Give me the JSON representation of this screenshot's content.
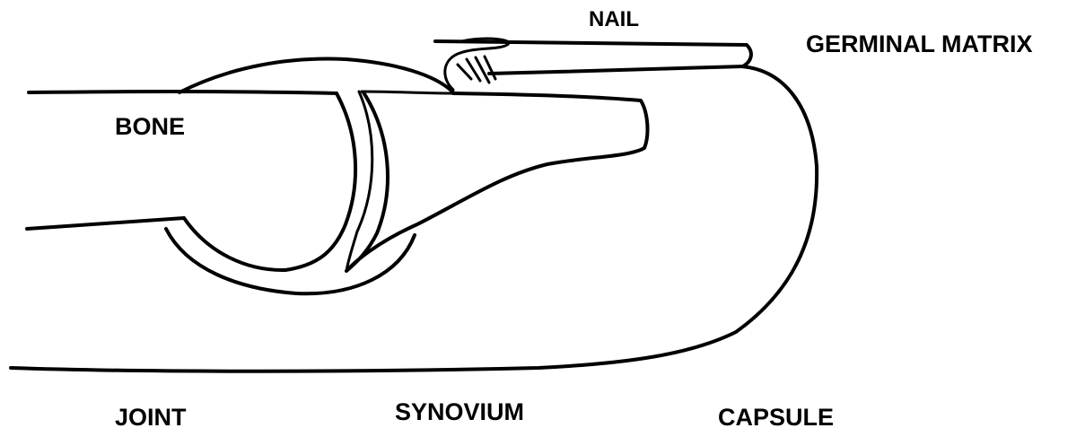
{
  "labels": {
    "nail": "NAIL",
    "germinal_matrix": "GERMINAL MATRIX",
    "bone": "BONE",
    "joint": "JOINT",
    "synovium": "SYNOVIUM",
    "capsule": "CAPSULE"
  },
  "colors": {
    "background": "#ffffff",
    "ink": "#000000"
  }
}
